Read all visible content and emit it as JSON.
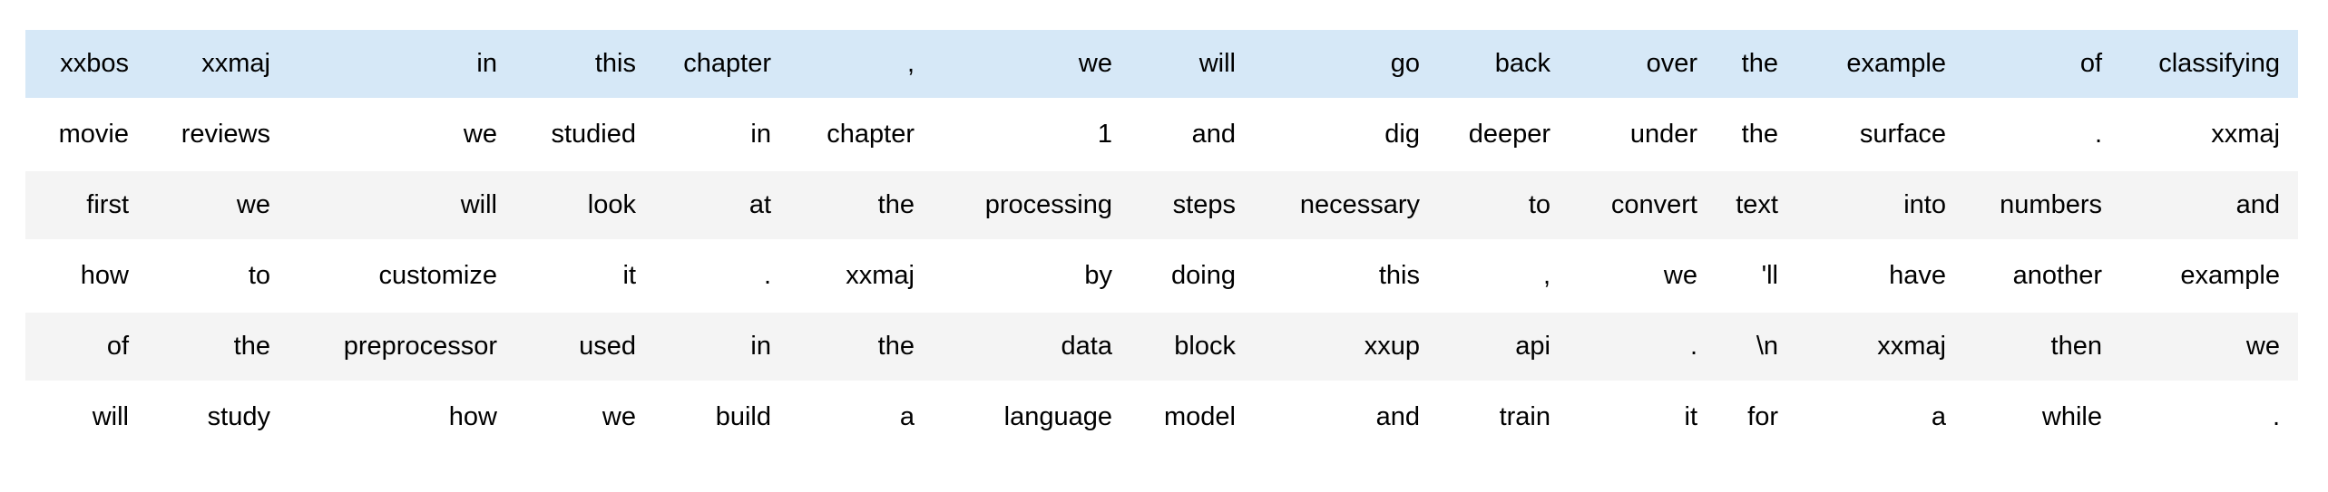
{
  "table": {
    "description": "tokenized-text-batch",
    "highlight_color": "#d6e8f7",
    "stripe_color": "#f4f4f4",
    "text_color": "#000000",
    "rows": [
      {
        "highlighted": true,
        "tokens": [
          "xxbos",
          "xxmaj",
          "in",
          "this",
          "chapter",
          ",",
          "we",
          "will",
          "go",
          "back",
          "over",
          "the",
          "example",
          "of",
          "classifying"
        ]
      },
      {
        "highlighted": false,
        "tokens": [
          "movie",
          "reviews",
          "we",
          "studied",
          "in",
          "chapter",
          "1",
          "and",
          "dig",
          "deeper",
          "under",
          "the",
          "surface",
          ".",
          "xxmaj"
        ]
      },
      {
        "highlighted": false,
        "tokens": [
          "first",
          "we",
          "will",
          "look",
          "at",
          "the",
          "processing",
          "steps",
          "necessary",
          "to",
          "convert",
          "text",
          "into",
          "numbers",
          "and"
        ]
      },
      {
        "highlighted": false,
        "tokens": [
          "how",
          "to",
          "customize",
          "it",
          ".",
          "xxmaj",
          "by",
          "doing",
          "this",
          ",",
          "we",
          "'ll",
          "have",
          "another",
          "example"
        ]
      },
      {
        "highlighted": false,
        "tokens": [
          "of",
          "the",
          "preprocessor",
          "used",
          "in",
          "the",
          "data",
          "block",
          "xxup",
          "api",
          ".",
          "\\n",
          "xxmaj",
          "then",
          "we"
        ]
      },
      {
        "highlighted": false,
        "tokens": [
          "will",
          "study",
          "how",
          "we",
          "build",
          "a",
          "language",
          "model",
          "and",
          "train",
          "it",
          "for",
          "a",
          "while",
          "."
        ]
      }
    ]
  }
}
